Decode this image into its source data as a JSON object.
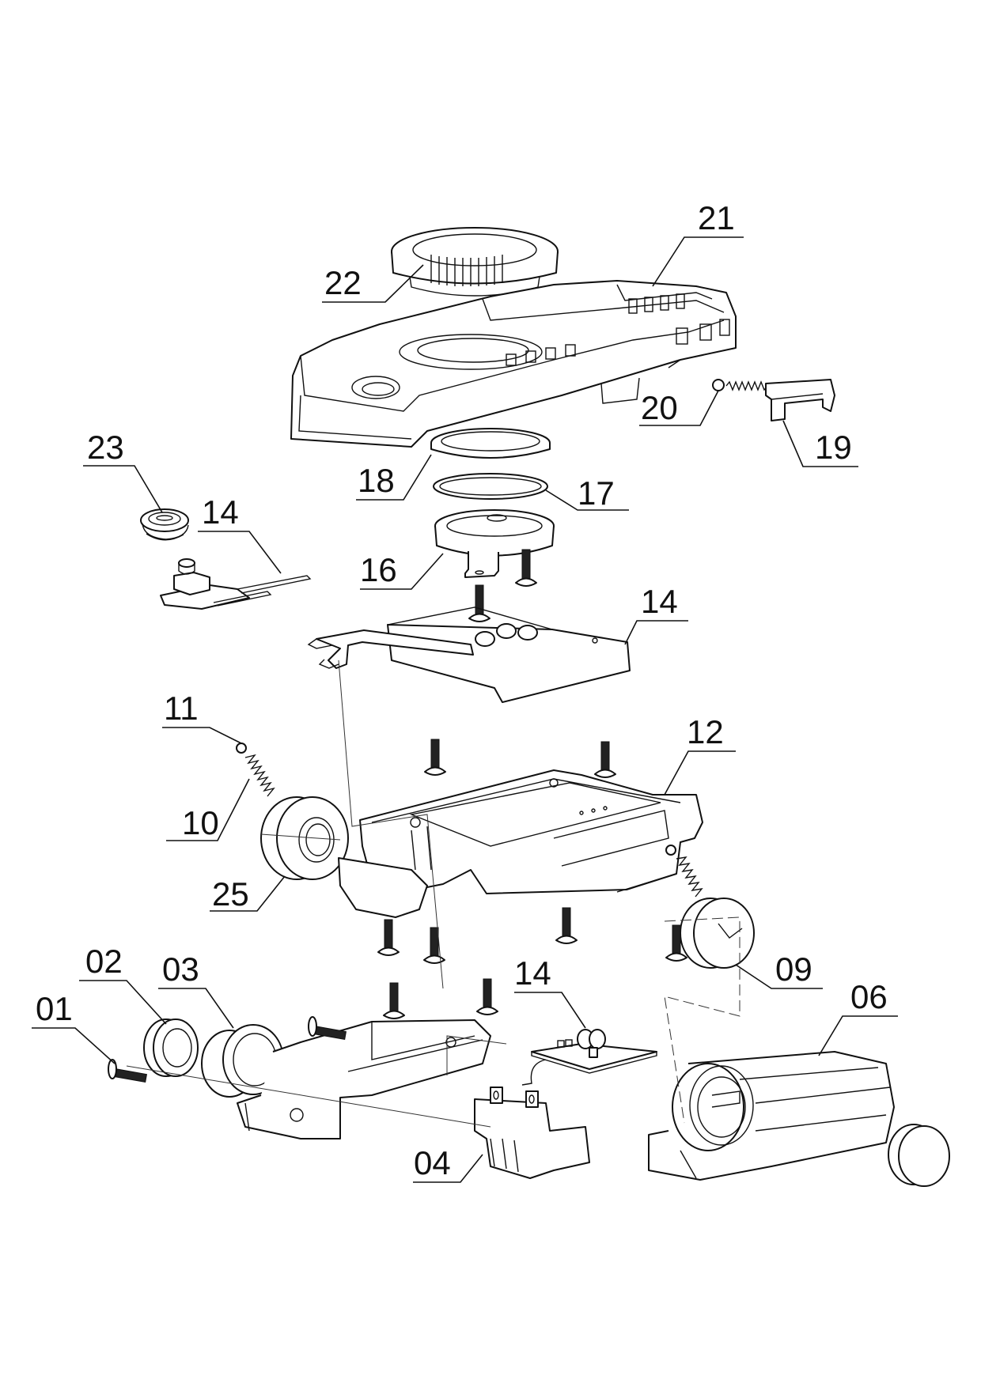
{
  "diagram": {
    "type": "exploded-parts-view",
    "background_color": "#ffffff",
    "line_color": "#111111",
    "callouts": [
      {
        "id": "c01",
        "label": "01",
        "part": "screw"
      },
      {
        "id": "c02",
        "label": "02",
        "part": "ring"
      },
      {
        "id": "c03",
        "label": "03",
        "part": "front housing"
      },
      {
        "id": "c04",
        "label": "04",
        "part": "switch"
      },
      {
        "id": "c06",
        "label": "06",
        "part": "rear housing"
      },
      {
        "id": "c09",
        "label": "09",
        "part": "end cap"
      },
      {
        "id": "c10",
        "label": "10",
        "part": "spring"
      },
      {
        "id": "c11",
        "label": "11",
        "part": "ball"
      },
      {
        "id": "c12",
        "label": "12",
        "part": "base housing"
      },
      {
        "id": "c14a",
        "label": "14",
        "part": "push switch"
      },
      {
        "id": "c14b",
        "label": "14",
        "part": "LED board"
      },
      {
        "id": "c14c",
        "label": "14",
        "part": "circuit board"
      },
      {
        "id": "c16",
        "label": "16",
        "part": "lens holder"
      },
      {
        "id": "c17",
        "label": "17",
        "part": "o-ring"
      },
      {
        "id": "c18",
        "label": "18",
        "part": "retaining ring"
      },
      {
        "id": "c19",
        "label": "19",
        "part": "latch"
      },
      {
        "id": "c20",
        "label": "20",
        "part": "ball and spring"
      },
      {
        "id": "c21",
        "label": "21",
        "part": "top cover"
      },
      {
        "id": "c22",
        "label": "22",
        "part": "bezel ring"
      },
      {
        "id": "c23",
        "label": "23",
        "part": "button cap"
      },
      {
        "id": "c25",
        "label": "25",
        "part": "end cap"
      }
    ]
  }
}
